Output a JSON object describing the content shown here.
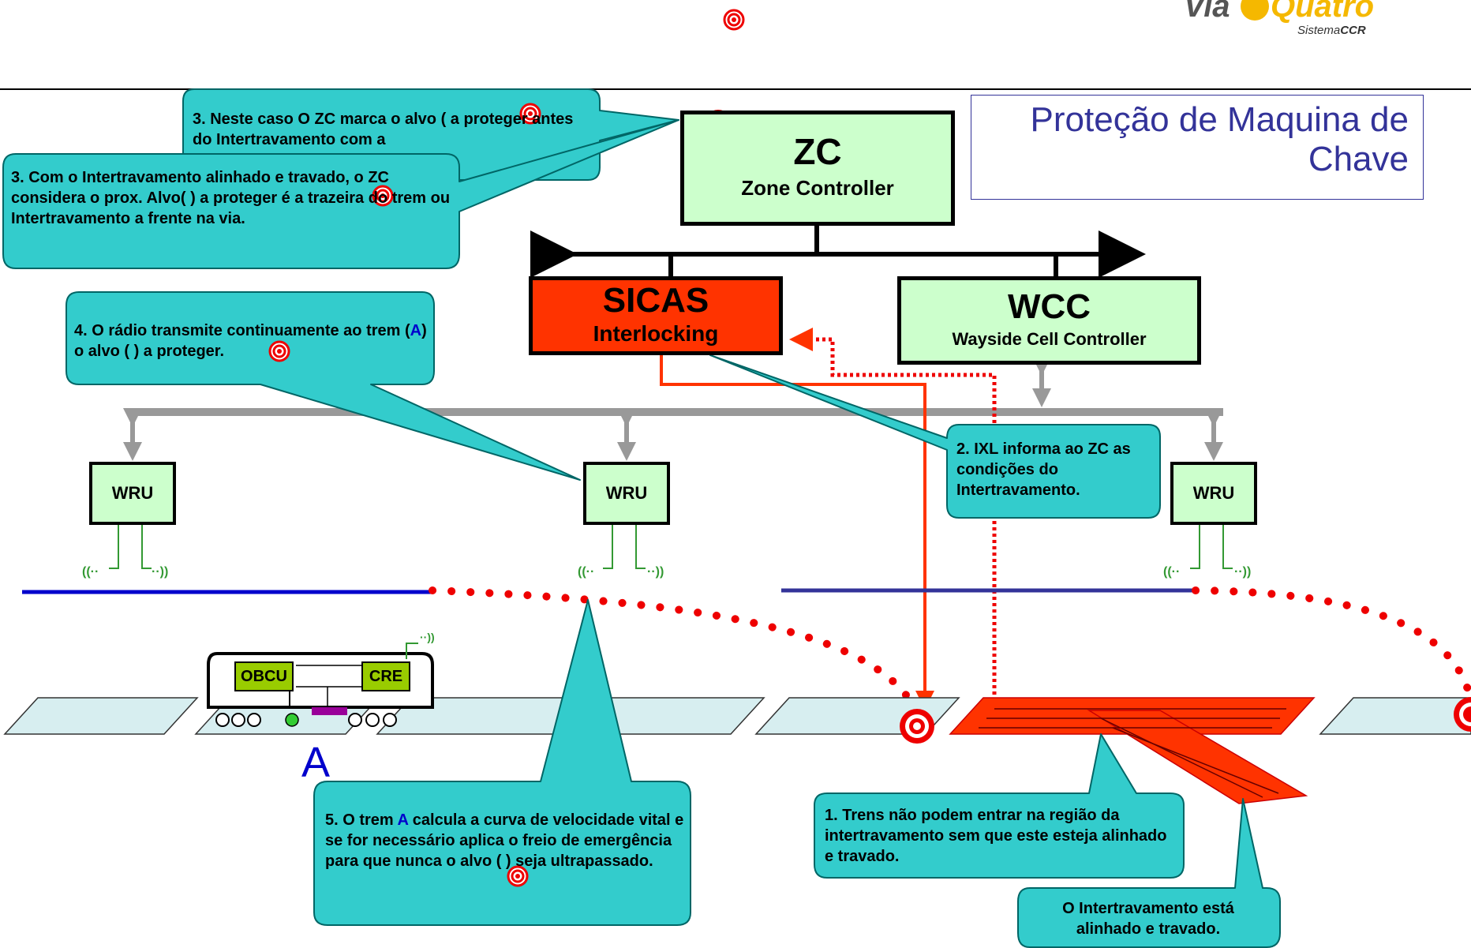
{
  "logo": {
    "brand_via": "Via",
    "brand_quatro": "Quatro",
    "brand_system": "Sistema",
    "brand_ccr": "CCR"
  },
  "title": {
    "line1": "Proteção de Maquina de",
    "line2": "Chave"
  },
  "zc": {
    "title": "ZC",
    "subtitle": "Zone Controller"
  },
  "sicas": {
    "title": "SICAS",
    "subtitle": "Interlocking"
  },
  "wcc": {
    "title": "WCC",
    "subtitle": "Wayside Cell Controller"
  },
  "wru_label": "WRU",
  "train": {
    "obcu": "OBCU",
    "cre": "CRE",
    "label": "A"
  },
  "callouts": {
    "c3a": "3. Neste caso O ZC marca o alvo (        a proteger antes do Intertravamento com a",
    "c3b": "3. Com o Intertravamento alinhado e travado, o ZC considera o prox. Alvo(        ) a proteger é a trazeira do trem ou Intertravamento a frente na via.",
    "c4_pre": "4. O rádio transmite continuamente ao trem (",
    "c4_a": "A",
    "c4_post": ") o alvo  (          ) a proteger.",
    "c2": "2. IXL informa ao ZC as condições do Intertravamento.",
    "c5_pre": "5. O  trem ",
    "c5_a": "A",
    "c5_post": " calcula a curva de velocidade vital e se for necessário aplica o freio de emergência  para que nunca o alvo (        ) seja ultrapassado.",
    "c1": "1.  Trens não podem entrar na região da intertravamento sem que este esteja alinhado e travado.",
    "cix": "O Intertravamento está alinhado e travado."
  },
  "colors": {
    "callout": "#33cccc",
    "node_fill": "#ccffcc",
    "sicas_fill": "#ff3300",
    "track_blue": "#0000cc",
    "dotted_red": "#ee0000",
    "title_text": "#333399",
    "bus_gray": "#999999"
  }
}
